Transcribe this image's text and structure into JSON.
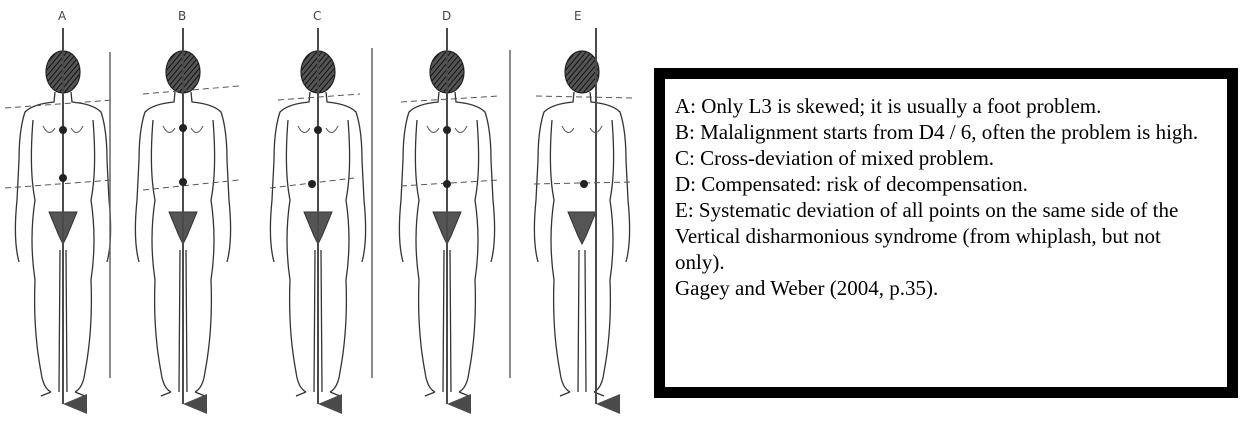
{
  "figure": {
    "panels": [
      {
        "letter": "A"
      },
      {
        "letter": "B"
      },
      {
        "letter": "C"
      },
      {
        "letter": "D"
      },
      {
        "letter": "E"
      }
    ],
    "line_color": "#4a4a4a",
    "hair_color": "#333333"
  },
  "legend": {
    "lines": [
      "A: Only L3 is skewed; it is usually a foot problem.",
      "B: Malalignment starts from D4 / 6, often the problem is high.",
      "C: Cross-deviation of  mixed problem.",
      "D: Compensated: risk of decompensation.",
      "E: Systematic deviation of all points on the same side of the Vertical disharmonious syndrome (from whiplash, but not only).",
      "Gagey and Weber (2004, p.35)."
    ]
  }
}
